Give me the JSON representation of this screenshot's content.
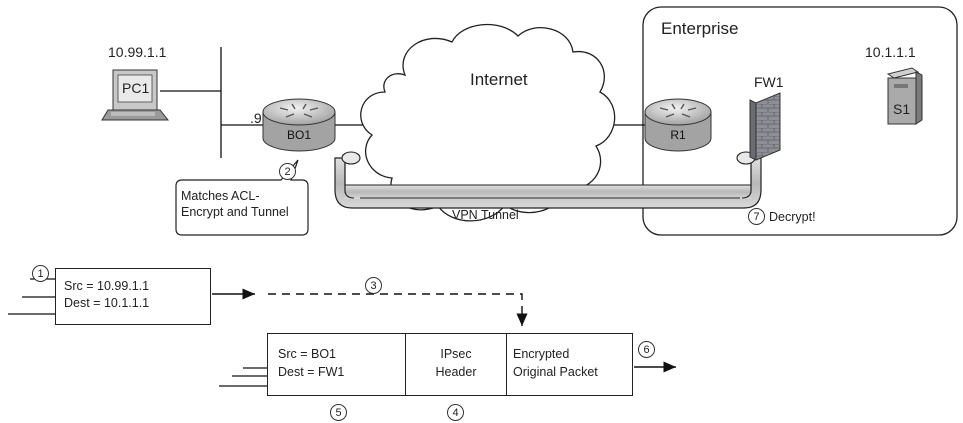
{
  "hosts": {
    "pc_ip": "10.99.1.1",
    "pc_label": "PC1",
    "server_ip": "10.1.1.1",
    "server_label": "S1",
    "bo_label": "BO1",
    "bo_ip_suffix": ".9",
    "r1_label": "R1",
    "fw_label": "FW1"
  },
  "areas": {
    "internet": "Internet",
    "enterprise": "Enterprise",
    "vpn": "VPN Tunnel"
  },
  "callout": {
    "line1": "Matches ACL-",
    "line2": "Encrypt and Tunnel"
  },
  "decrypt": "Decrypt!",
  "steps": [
    "1",
    "2",
    "3",
    "4",
    "5",
    "6",
    "7"
  ],
  "packet_original": {
    "src": "Src = 10.99.1.1",
    "dest": "Dest = 10.1.1.1"
  },
  "packet_encrypted": {
    "src": "Src = BO1",
    "dest": "Dest = FW1",
    "ipsec_line1": "IPsec",
    "ipsec_line2": "Header",
    "payload_line1": "Encrypted",
    "payload_line2": "Original Packet"
  },
  "colors": {
    "router_top": "#d9d9d9",
    "router_body": "#9a9a9a",
    "tunnel_fill": "#c7c7c7",
    "firewall": "#8f8f95",
    "server": "#b0b0b0"
  }
}
